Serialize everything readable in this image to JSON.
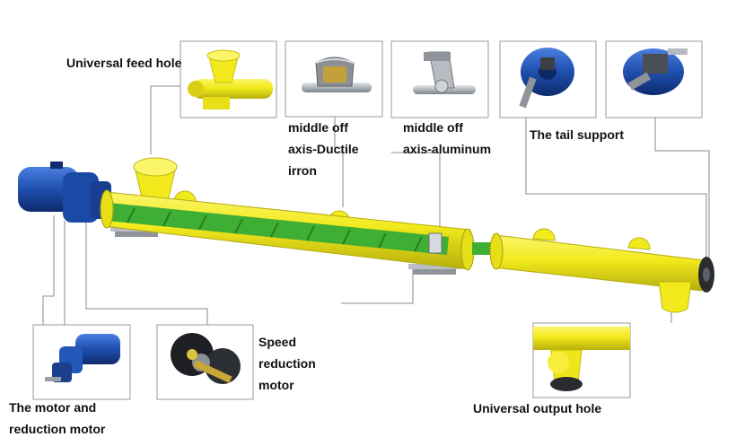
{
  "labels": {
    "feed_hole": "Universal feed hole",
    "middle_ductile": [
      "middle off",
      "axis-Ductile",
      "irron"
    ],
    "middle_aluminum": [
      "middle off",
      "axis-aluminum"
    ],
    "tail_support": "The tail support",
    "speed_motor": [
      "Speed",
      "reduction",
      "motor"
    ],
    "motor_reduction": [
      "The motor and",
      "reduction motor"
    ],
    "output_hole": "Universal output hole"
  },
  "colors": {
    "tube_yellow": "#f2ea1c",
    "tube_shade": "#c9c111",
    "screw_green": "#3fae34",
    "motor_blue": "#1e4fae",
    "bearing_blue": "#2b7fd6",
    "steel": "#9aa0a6"
  }
}
